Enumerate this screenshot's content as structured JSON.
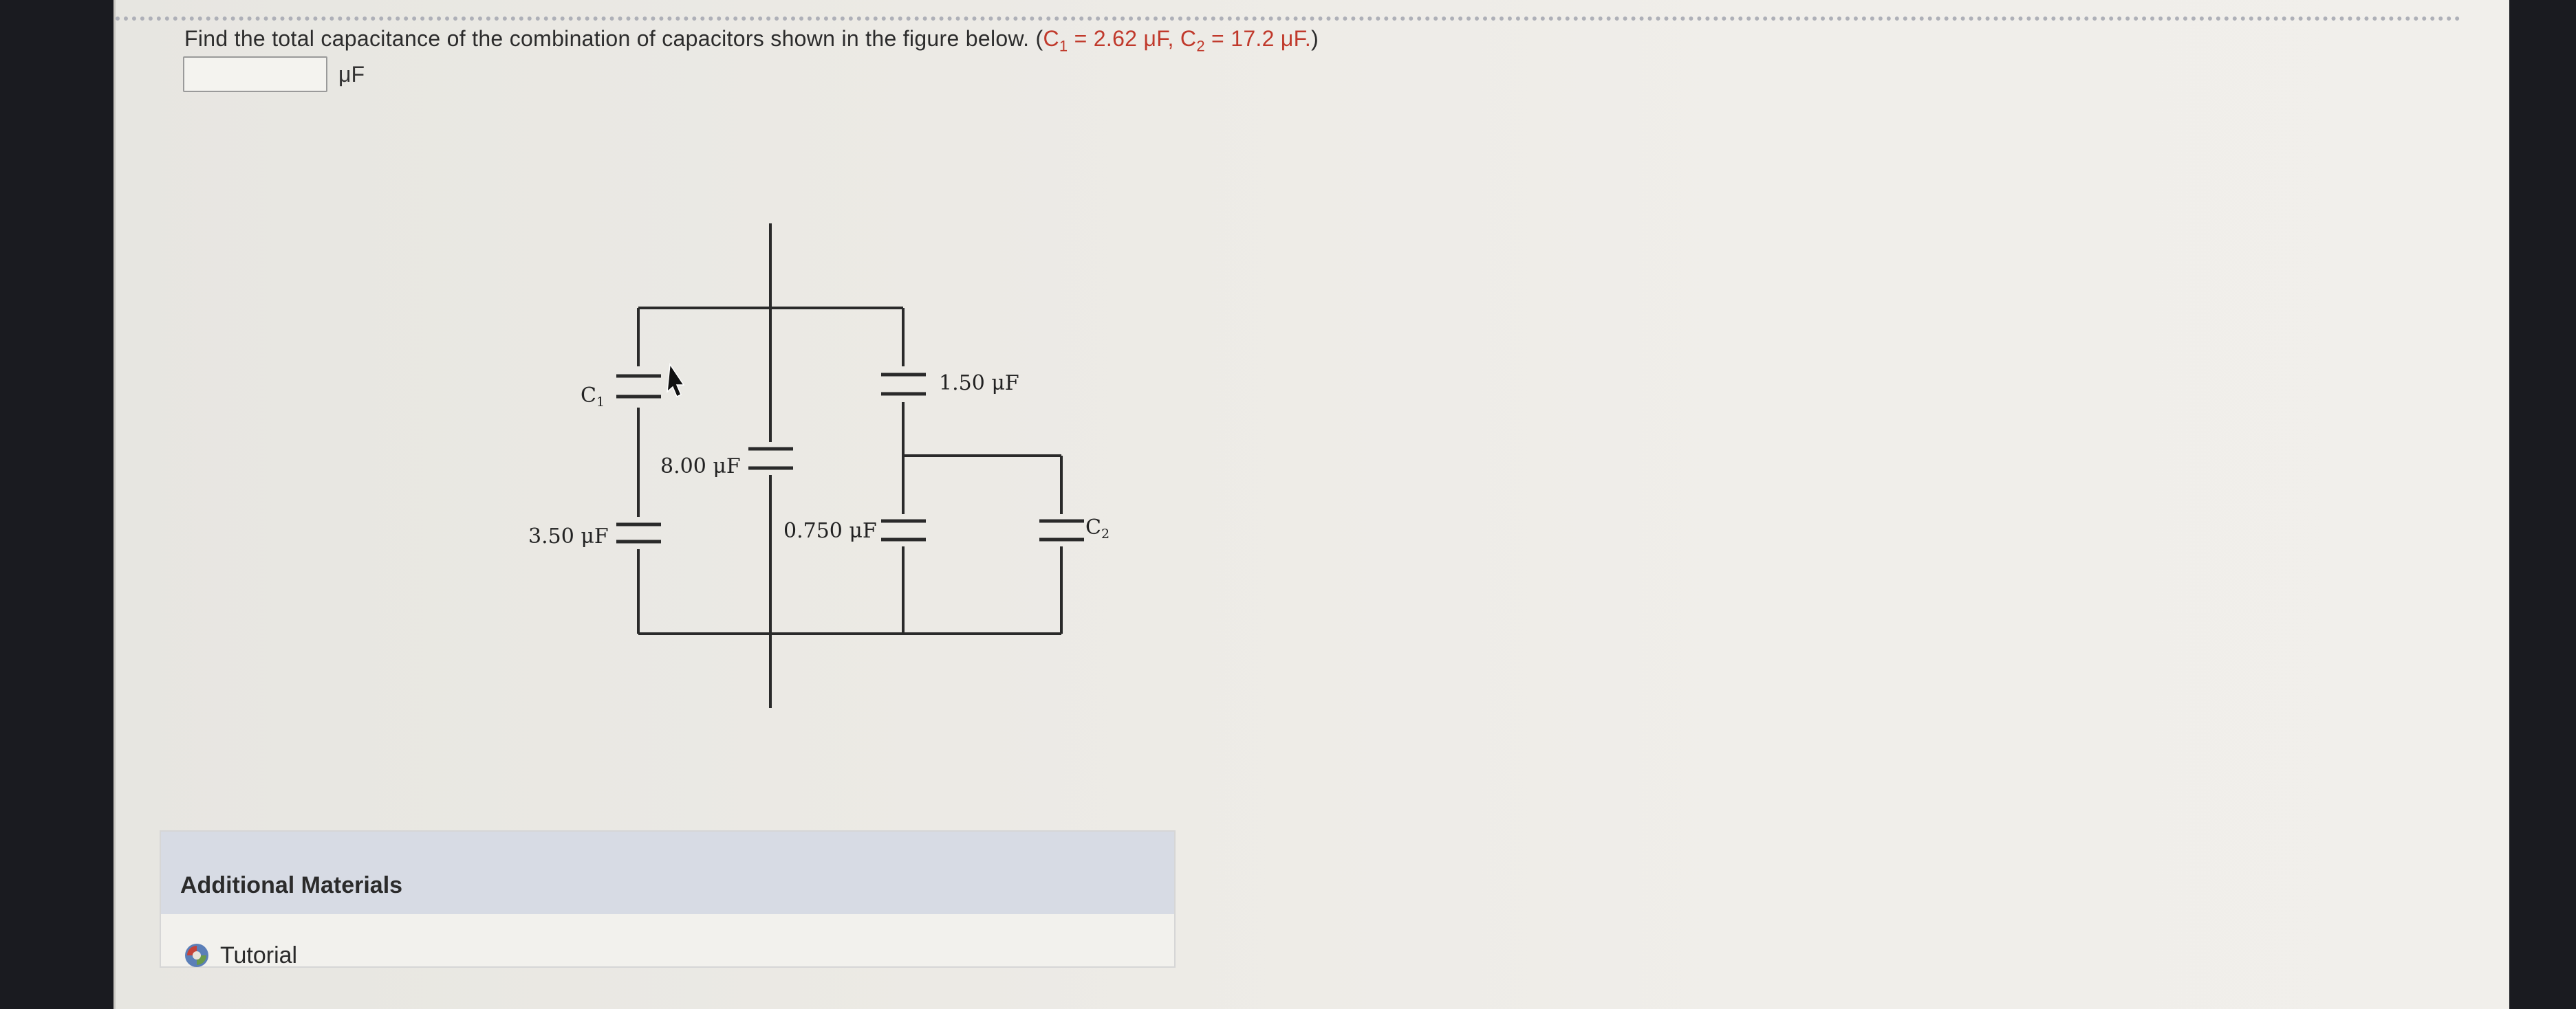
{
  "question": {
    "text": "Find the total capacitance of the combination of capacitors shown in the figure below. (",
    "c1_label": "C",
    "c1_sub": "1",
    "c1_value": " = 2.62 μF, ",
    "c2_label": "C",
    "c2_sub": "2",
    "c2_value": " = 17.2 μF.",
    "suffix": ")"
  },
  "answer": {
    "value": "",
    "unit": "μF"
  },
  "circuit": {
    "labels": {
      "c1": "C",
      "c1_sub": "1",
      "c_8": "8.00 μF",
      "c_1_5": "1.50 μF",
      "c_3_5": "3.50 μF",
      "c_0_75": "0.750 μF",
      "c2": "C",
      "c2_sub": "2"
    }
  },
  "additional_materials": {
    "title": "Additional Materials",
    "items": [
      {
        "label": "Tutorial",
        "icon": "tutorial-icon"
      }
    ]
  }
}
